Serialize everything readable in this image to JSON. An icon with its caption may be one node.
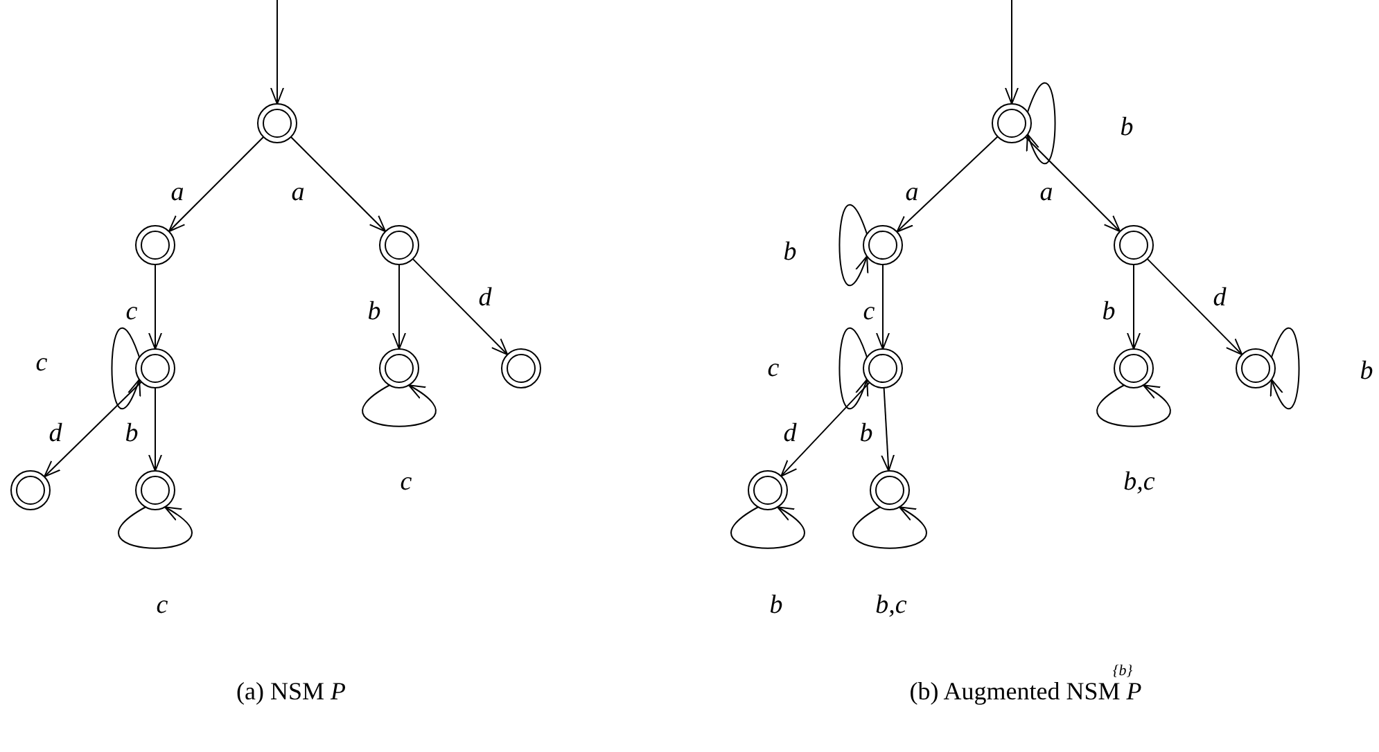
{
  "diagram": {
    "nodes": [
      {
        "text": [],
        "shape": "circle"
      },
      {
        "text": [],
        "shape": "circle"
      },
      {
        "text": [],
        "shape": "circle"
      },
      {
        "text": [],
        "shape": "circle"
      },
      {
        "text": [],
        "shape": "circle"
      },
      {
        "text": [],
        "shape": "circle"
      },
      {
        "text": [],
        "shape": "circle"
      },
      {
        "text": [],
        "shape": "circle"
      },
      {
        "text": [],
        "shape": "circle"
      },
      {
        "text": [],
        "shape": "circle"
      },
      {
        "text": [],
        "shape": "circle"
      },
      {
        "text": [],
        "shape": "circle"
      },
      {
        "text": [],
        "shape": "circle"
      },
      {
        "text": [],
        "shape": "circle"
      },
      {
        "text": [],
        "shape": "circle"
      },
      {
        "text": [],
        "shape": "circle"
      }
    ],
    "edges": [
      {
        "from": null,
        "to": 0,
        "arrow": "to"
      },
      {
        "from": 0,
        "to": 1,
        "arrow": "to",
        "label": "a"
      },
      {
        "from": 0,
        "to": 2,
        "arrow": "to",
        "label": "a"
      },
      {
        "from": 1,
        "to": 3,
        "arrow": "to",
        "label": "c"
      },
      {
        "from": 3,
        "to": 3,
        "arrow": "to",
        "label": "c"
      },
      {
        "from": 3,
        "to": 6,
        "arrow": "to",
        "label": "d"
      },
      {
        "from": 3,
        "to": 7,
        "arrow": "to",
        "label": "b"
      },
      {
        "from": 7,
        "to": 7,
        "arrow": "to",
        "label": "c"
      },
      {
        "from": 2,
        "to": 4,
        "arrow": "to",
        "label": "b"
      },
      {
        "from": 4,
        "to": 4,
        "arrow": "to",
        "label": "c"
      },
      {
        "from": 2,
        "to": 5,
        "arrow": "to",
        "label": "d"
      },
      {
        "from": null,
        "to": 8,
        "arrow": "to"
      },
      {
        "from": 8,
        "to": 8,
        "arrow": "to",
        "label": "b"
      },
      {
        "from": 8,
        "to": 9,
        "arrow": "to",
        "label": "a"
      },
      {
        "from": 8,
        "to": 10,
        "arrow": "to",
        "label": "a"
      },
      {
        "from": 9,
        "to": 9,
        "arrow": "to",
        "label": "b"
      },
      {
        "from": 9,
        "to": 11,
        "arrow": "to",
        "label": "c"
      },
      {
        "from": 11,
        "to": 11,
        "arrow": "to",
        "label": "c"
      },
      {
        "from": 11,
        "to": 14,
        "arrow": "to",
        "label": "d"
      },
      {
        "from": 11,
        "to": 15,
        "arrow": "to",
        "label": "b"
      },
      {
        "from": 14,
        "to": 14,
        "arrow": "to",
        "label": "b"
      },
      {
        "from": 15,
        "to": 15,
        "arrow": "to",
        "label": "b,c"
      },
      {
        "from": 10,
        "to": 12,
        "arrow": "to",
        "label": "b"
      },
      {
        "from": 12,
        "to": 12,
        "arrow": "to",
        "label": "b,c"
      },
      {
        "from": 10,
        "to": 13,
        "arrow": "to",
        "label": "d"
      },
      {
        "from": 13,
        "to": 13,
        "arrow": "to",
        "label": "b"
      }
    ],
    "labels": [
      "(a) NSM *P*",
      "(b) Augmented NSM *P*",
      "{b}"
    ]
  }
}
